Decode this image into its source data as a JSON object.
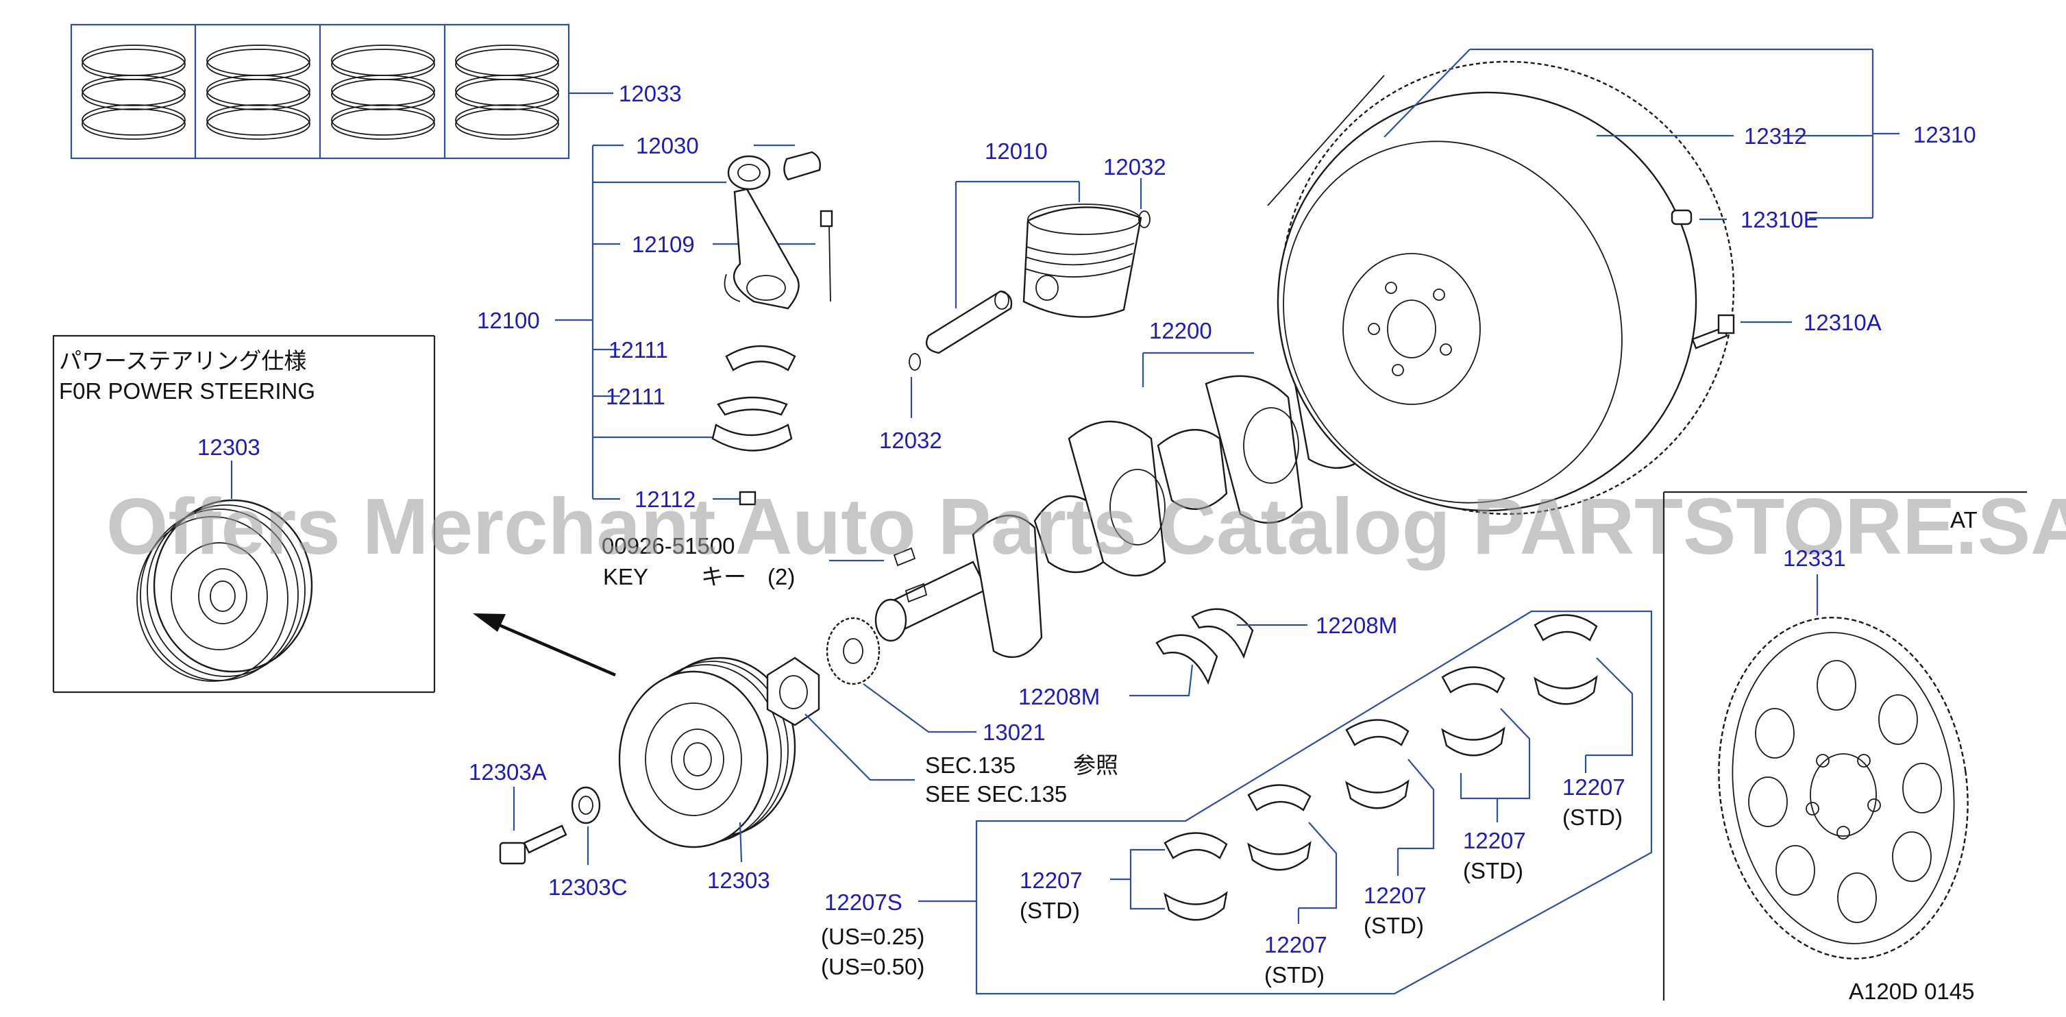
{
  "part_numbers": {
    "p12033": "12033",
    "p12030": "12030",
    "p12109": "12109",
    "p12100": "12100",
    "p12111a": "12111",
    "p12111b": "12111",
    "p12112": "12112",
    "p12010": "12010",
    "p12032a": "12032",
    "p12032b": "12032",
    "p12200": "12200",
    "p12312": "12312",
    "p12310": "12310",
    "p12310E": "12310E",
    "p12310A": "12310A",
    "p12303_inset": "12303",
    "p12208M_a": "12208M",
    "p12208M_b": "12208M",
    "p13021": "13021",
    "p12303A": "12303A",
    "p12303C": "12303C",
    "p12303": "12303",
    "p12207S": "12207S",
    "p12207_1": "12207",
    "p12207_2": "12207",
    "p12207_3": "12207",
    "p12207_4": "12207",
    "p12207_5": "12207",
    "p12331": "12331"
  },
  "labels": {
    "key_part_no": "00926-51500",
    "key_text": "KEY",
    "key_jp": "キー",
    "key_qty": "(2)",
    "sec_ref": "SEC.135",
    "sec_ref_jp": "参照",
    "see_sec": "SEE   SEC.135",
    "std_1": "(STD)",
    "std_2": "(STD)",
    "std_3": "(STD)",
    "std_4": "(STD)",
    "std_5": "(STD)",
    "us_025": "(US=0.25)",
    "us_050": "(US=0.50)",
    "at_label": "AT",
    "diagram_code": "A120D  0145"
  },
  "inset": {
    "title_jp": "パワーステアリング仕様",
    "title_en": "F0R   POWER   STEERING"
  },
  "watermark": "Offers Merchant Auto Parts Catalog PARTSTORE.SA",
  "colors": {
    "part_number": "#1a1ac8",
    "leader_line": "#2b4fa8",
    "ink": "#1a1a1a",
    "watermark": "#9a9a9a"
  }
}
